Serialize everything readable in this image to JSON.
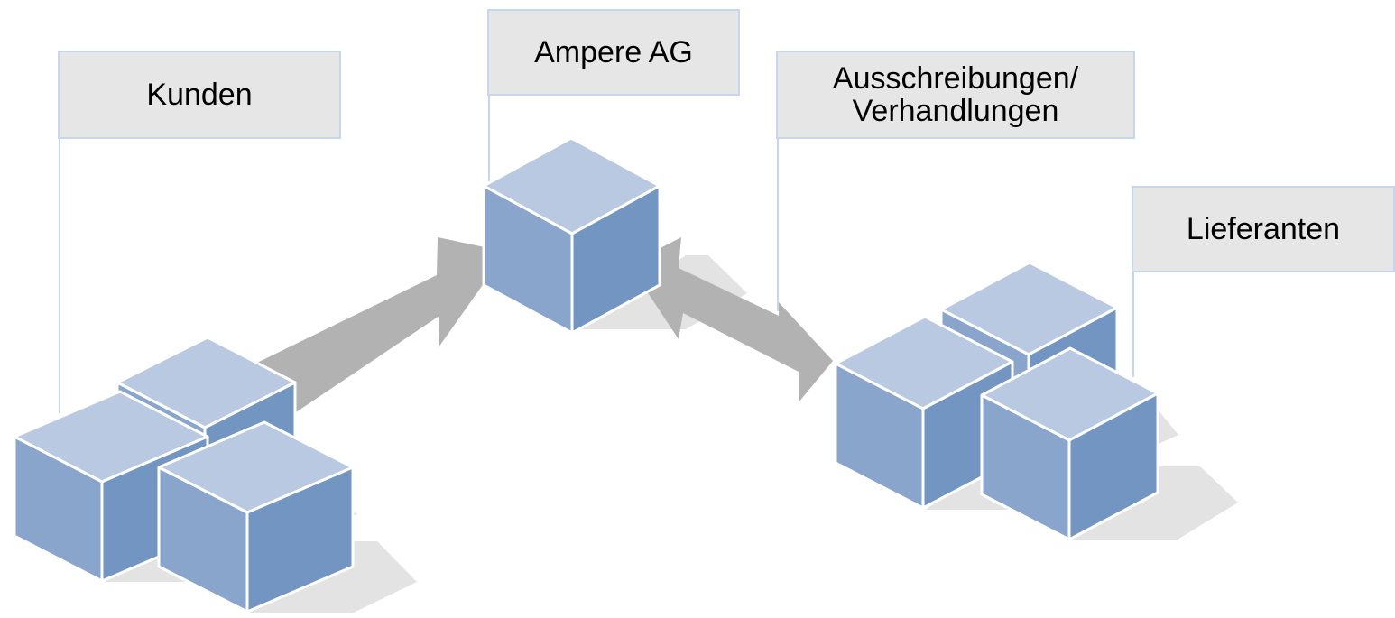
{
  "labels": {
    "kunden": "Kunden",
    "ampere": "Ampere AG",
    "ausschreibungen_line1": "Ausschreibungen/",
    "ausschreibungen_line2": "Verhandlungen",
    "lieferanten": "Lieferanten"
  },
  "colors": {
    "cube_top": "#b8c9e1",
    "cube_left": "#89a5cb",
    "cube_right": "#7395c2",
    "cube_edge": "#ffffff",
    "shadow": "#e3e3e3",
    "arrow": "#b2b2b2",
    "label_fill": "#e6e6e6",
    "leader_line": "#c7d6ea"
  }
}
